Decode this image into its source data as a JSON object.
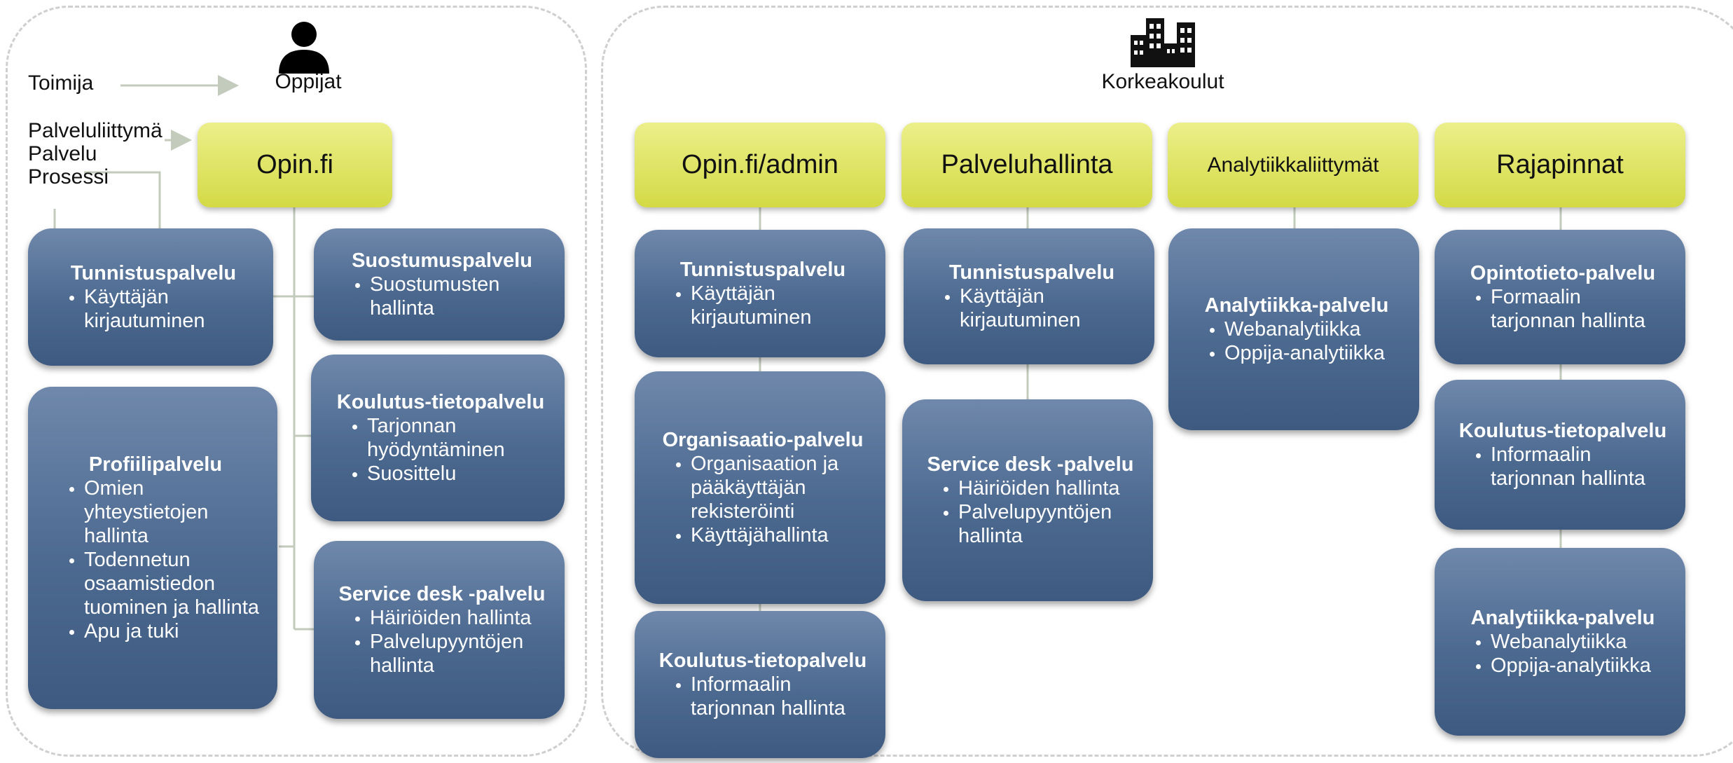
{
  "left_group": {
    "actor_label": "Oppijat",
    "legend": {
      "actor": "Toimija",
      "interface": "Palveluliittymä",
      "service": "Palvelu",
      "process": "Prosessi"
    },
    "interface_title": "Opin.fi",
    "services": {
      "tunnistus": {
        "title": "Tunnistuspalvelu",
        "items": [
          "Käyttäjän kirjautuminen"
        ]
      },
      "profiili": {
        "title": "Profiilipalvelu",
        "items": [
          "Omien yhteystietojen hallinta",
          "Todennetun osaamistiedon tuominen ja hallinta",
          "Apu ja tuki"
        ]
      },
      "suostumus": {
        "title": "Suostumuspalvelu",
        "items": [
          "Suostumusten hallinta"
        ]
      },
      "koulutus": {
        "title": "Koulutus-tietopalvelu",
        "items": [
          "Tarjonnan hyödyntäminen",
          "Suosittelu"
        ]
      },
      "servicedesk": {
        "title": "Service desk -palvelu",
        "items": [
          "Häiriöiden hallinta",
          "Palvelupyyntöjen hallinta"
        ]
      }
    }
  },
  "right_group": {
    "actor_label": "Korkeakoulut",
    "columns": [
      {
        "interface_title": "Opin.fi/admin",
        "services": [
          {
            "title": "Tunnistuspalvelu",
            "items": [
              "Käyttäjän kirjautuminen"
            ]
          },
          {
            "title": "Organisaatio-palvelu",
            "items": [
              "Organisaation ja pääkäyttäjän rekisteröinti",
              "Käyttäjähallinta"
            ]
          },
          {
            "title": "Koulutus-tietopalvelu",
            "items": [
              "Informaalin tarjonnan hallinta"
            ]
          }
        ]
      },
      {
        "interface_title": "Palveluhallinta",
        "services": [
          {
            "title": "Tunnistuspalvelu",
            "items": [
              "Käyttäjän kirjautuminen"
            ]
          },
          {
            "title": "Service desk -palvelu",
            "items": [
              "Häiriöiden hallinta",
              "Palvelupyyntöjen hallinta"
            ]
          }
        ]
      },
      {
        "interface_title": "Analytiikkaliittymät",
        "services": [
          {
            "title": "Analytiikka-palvelu",
            "items": [
              "Webanalytiikka",
              "Oppija-analytiikka"
            ]
          }
        ]
      },
      {
        "interface_title": "Rajapinnat",
        "services": [
          {
            "title": "Opintotieto-palvelu",
            "items": [
              "Formaalin tarjonnan hallinta"
            ]
          },
          {
            "title": "Koulutus-tietopalvelu",
            "items": [
              "Informaalin tarjonnan hallinta"
            ]
          },
          {
            "title": "Analytiikka-palvelu",
            "items": [
              "Webanalytiikka",
              "Oppija-analytiikka"
            ]
          }
        ]
      }
    ]
  }
}
